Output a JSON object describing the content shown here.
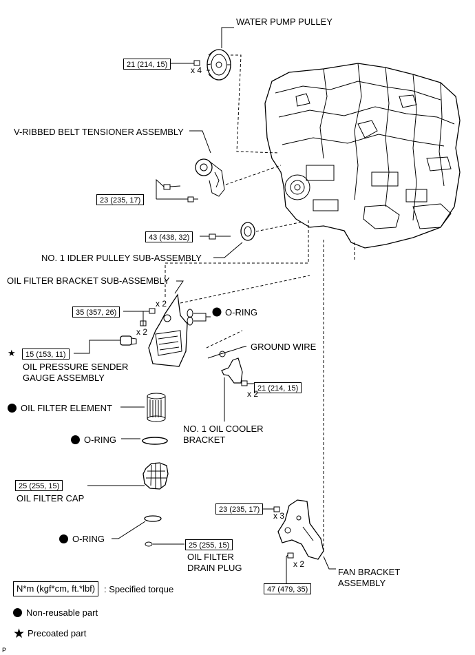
{
  "labels": {
    "water_pump_pulley": "WATER PUMP PULLEY",
    "tensioner": "V-RIBBED BELT TENSIONER ASSEMBLY",
    "idler_pulley": "NO. 1 IDLER PULLEY SUB-ASSEMBLY",
    "oil_filter_bracket": "OIL FILTER BRACKET SUB-ASSEMBLY",
    "o_ring_1": "O-RING",
    "ground_wire": "GROUND WIRE",
    "oil_pressure_sender_line1": "OIL PRESSURE SENDER",
    "oil_pressure_sender_line2": "GAUGE ASSEMBLY",
    "oil_filter_element": "OIL FILTER ELEMENT",
    "o_ring_2": "O-RING",
    "oil_cooler_bracket_line1": "NO. 1 OIL COOLER",
    "oil_cooler_bracket_line2": "BRACKET",
    "oil_filter_cap": "OIL FILTER CAP",
    "o_ring_3": "O-RING",
    "drain_plug_line1": "OIL FILTER",
    "drain_plug_line2": "DRAIN PLUG",
    "fan_bracket_line1": "FAN BRACKET",
    "fan_bracket_line2": "ASSEMBLY"
  },
  "torques": {
    "water_pump": "21 (214, 15)",
    "tensioner": "23 (235, 17)",
    "idler": "43 (438, 32)",
    "bracket": "35 (357, 26)",
    "sender": "15 (153, 11)",
    "cooler_bracket": "21 (214, 15)",
    "cap": "25 (255, 15)",
    "drain": "25 (255, 15)",
    "fan_upper": "23 (235, 17)",
    "fan_lower": "47 (479, 35)"
  },
  "quantities": {
    "water_pump": "x 4",
    "bracket_upper": "x 2",
    "bracket_lower": "x 2",
    "cooler_bracket": "x 2",
    "fan_upper": "x 3",
    "fan_lower": "x 2"
  },
  "legend": {
    "torque_unit": "N*m (kgf*cm, ft.*lbf)",
    "torque_text": ": Specified torque",
    "non_reusable": "Non-reusable part",
    "precoated": "Precoated part"
  },
  "figure_ref": "P",
  "star_glyph": "★"
}
